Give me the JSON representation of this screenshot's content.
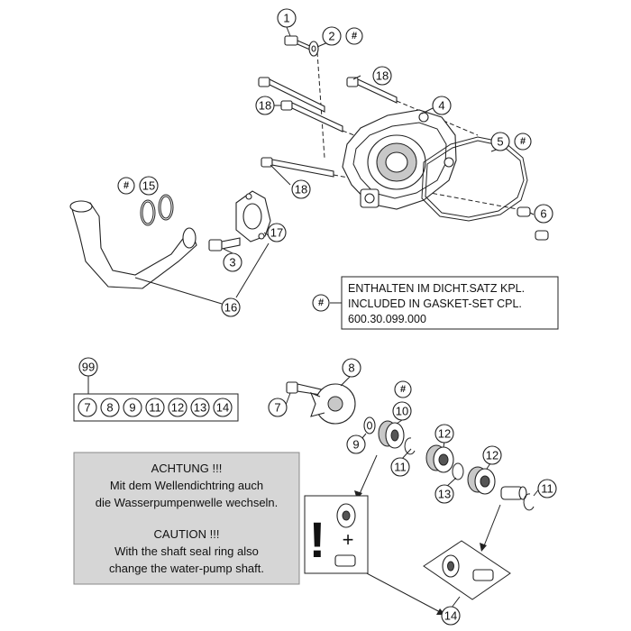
{
  "callouts": {
    "n1": "1",
    "n2": "2",
    "n3": "3",
    "n4": "4",
    "n5": "5",
    "n6": "6",
    "n7": "7",
    "n8": "8",
    "n9": "9",
    "n10": "10",
    "n11": "11",
    "n12": "12",
    "n13": "13",
    "n14": "14",
    "n15": "15",
    "n16": "16",
    "n17": "17",
    "n18": "18",
    "n99": "99",
    "hash": "#"
  },
  "kit_99": [
    "7",
    "8",
    "9",
    "11",
    "12",
    "13",
    "14"
  ],
  "gasket_note": {
    "symbol": "#",
    "line1": "ENTHALTEN IM DICHT.SATZ KPL.",
    "line2": "INCLUDED IN GASKET-SET CPL.",
    "line3": "600.30.099.000"
  },
  "warning": {
    "line1": "ACHTUNG !!!",
    "line2": "Mit dem Wellendichtring auch",
    "line3": "die Wasserpumpenwelle wechseln.",
    "line4": "CAUTION !!!",
    "line5": "With the shaft seal ring also",
    "line6": "change the water-pump shaft."
  },
  "kit_symbols": {
    "exclaim": "!",
    "plus": "+"
  },
  "colors": {
    "line": "#222222",
    "warning_box": "#d6d6d6",
    "background": "#ffffff"
  }
}
